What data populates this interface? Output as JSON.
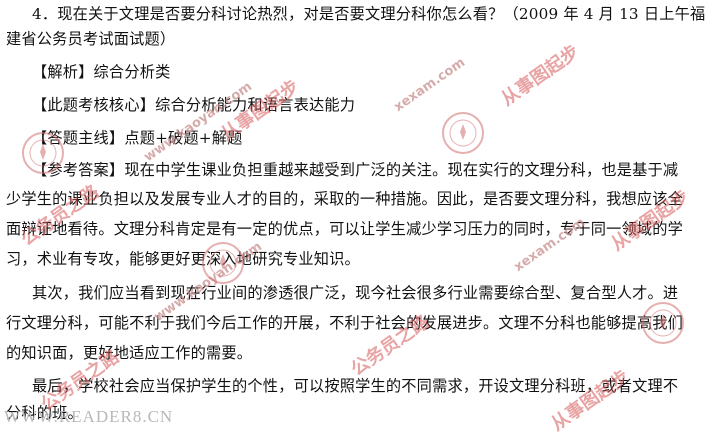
{
  "document": {
    "lines": [
      "4．现在关于文理是否要分科讨论热烈，对是否要文理分科你怎么看？（2009 年 4 月 13 日上午福",
      "建省公务员考试面试题）",
      "【解析】综合分析类",
      "【此题考核核心】综合分析能力和语言表达能力",
      "【答题主线】点题+破题+解题",
      "【参考答案】现在中学生课业负担重越来越受到广泛的关注。现在实行的文理分科，也是基于减",
      "少学生的课业负担以及发展专业人才的目的，采取的一种措施。因此，是否要文理分科，我想应该全",
      "面辩证地看待。文理分科肯定是有一定的优点，可以让学生减少学习压力的同时，专于同一领域的学",
      "习，术业有专攻，能够更好更深入地研究专业知识。",
      "其次，我们应当看到现在行业间的渗透很广泛，现今社会很多行业需要综合型、复合型人才。进",
      "行文理分科，可能不利于我们今后工作的开展，不利于社会的发展进步。文理不分科也能够提高我们",
      "的知识面，更好地适应工作的需要。",
      "最后，学校社会应当保护学生的个性，可以按照学生的不同需求，开设文理分科班，或者文理不",
      "分科的班。"
    ]
  },
  "watermarks": {
    "url": "www.kaoyan.com",
    "url2": "xexam.com",
    "cn1": "公务员之路",
    "cn2": "从事图起步",
    "bottom": "WWW.READER8.CN"
  }
}
